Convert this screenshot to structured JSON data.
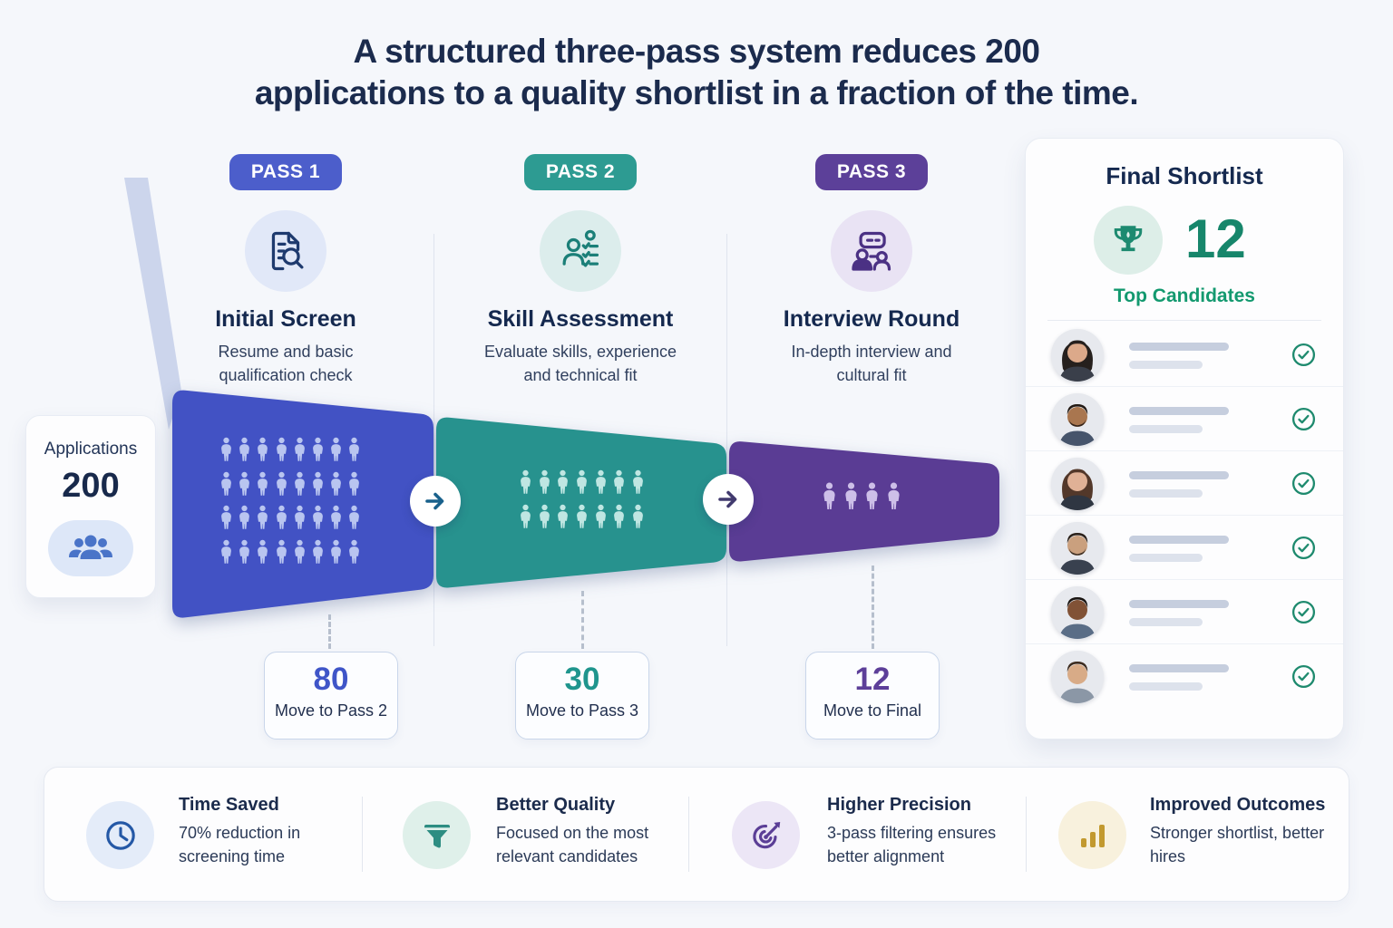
{
  "title": {
    "line1": "A structured three-pass system reduces 200",
    "line2": "applications to a quality shortlist in a fraction of the time."
  },
  "applications_card": {
    "label": "Applications",
    "value": "200",
    "icon": "people-group-icon",
    "icon_color": "#4a74c8",
    "icon_bg": "#dde7f8"
  },
  "passes": [
    {
      "badge": "PASS 1",
      "title": "Initial Screen",
      "description": "Resume and basic qualification check",
      "icon": "document-search-icon",
      "badge_color": "#4c5ecb",
      "icon_bg": "#e1e8f8",
      "icon_color": "#1e3a6e"
    },
    {
      "badge": "PASS 2",
      "title": "Skill Assessment",
      "description": "Evaluate skills, experience and technical fit",
      "icon": "person-checklist-icon",
      "badge_color": "#2d9b92",
      "icon_bg": "#dcedec",
      "icon_color": "#1b7f78"
    },
    {
      "badge": "PASS 3",
      "title": "Interview Round",
      "description": "In-depth interview and cultural fit",
      "icon": "interview-people-icon",
      "badge_color": "#5c4099",
      "icon_bg": "#e9e3f4",
      "icon_color": "#4b3184"
    }
  ],
  "funnel": {
    "segments": [
      {
        "name": "pass-1-segment",
        "color": "#4252c4",
        "people_icons": 32,
        "icon_columns": 8,
        "people_color": "#b9c5f0"
      },
      {
        "name": "pass-2-segment",
        "color": "#27928e",
        "people_icons": 14,
        "icon_columns": 7,
        "people_color": "#bfe6e2"
      },
      {
        "name": "pass-3-segment",
        "color": "#5a3c94",
        "people_icons": 4,
        "icon_columns": 4,
        "people_color": "#cdbfe8"
      }
    ],
    "arrows": [
      {
        "icon": "arrow-right-icon",
        "color": "#19618c"
      },
      {
        "icon": "arrow-right-icon",
        "color": "#413a6e"
      }
    ]
  },
  "stats": [
    {
      "value": "80",
      "label": "Move to Pass 2",
      "color": "#3f55c8"
    },
    {
      "value": "30",
      "label": "Move to Pass 3",
      "color": "#1f958d"
    },
    {
      "value": "12",
      "label": "Move to Final",
      "color": "#5d3f99"
    }
  ],
  "shortlist": {
    "title": "Final Shortlist",
    "count": "12",
    "count_label": "Top Candidates",
    "count_color": "#17866b",
    "trophy_icon": "trophy-icon",
    "trophy_color": "#1d8a70",
    "check_icon": "check-circle-icon",
    "check_color": "#1e8a6e",
    "candidates": [
      {
        "skin": "#dca98a",
        "hair": "#26201d",
        "style": "long",
        "beard": false,
        "shirt": "#3a3f4a"
      },
      {
        "skin": "#a9764f",
        "hair": "#231a14",
        "style": "short",
        "beard": true,
        "shirt": "#46546b"
      },
      {
        "skin": "#e0b196",
        "hair": "#53382a",
        "style": "long",
        "beard": false,
        "shirt": "#2f3642"
      },
      {
        "skin": "#caa07e",
        "hair": "#2b211a",
        "style": "short",
        "beard": true,
        "shirt": "#39414f"
      },
      {
        "skin": "#815236",
        "hair": "#191411",
        "style": "short",
        "beard": false,
        "shirt": "#5a6d86"
      },
      {
        "skin": "#d8ab87",
        "hair": "#3d2c1f",
        "style": "short",
        "beard": false,
        "shirt": "#8b97a6"
      }
    ]
  },
  "benefits": [
    {
      "title": "Time Saved",
      "description": "70% reduction in screening time",
      "icon": "clock-icon",
      "icon_color": "#2458a6",
      "icon_bg": "#e4ecf9"
    },
    {
      "title": "Better Quality",
      "description": "Focused on the most relevant candidates",
      "icon": "funnel-icon",
      "icon_color": "#2d8d82",
      "icon_bg": "#dff0ea"
    },
    {
      "title": "Higher Precision",
      "description": "3-pass filtering ensures better alignment",
      "icon": "target-icon",
      "icon_color": "#5b3e96",
      "icon_bg": "#ece6f6"
    },
    {
      "title": "Improved Outcomes",
      "description": "Stronger shortlist, better hires",
      "icon": "bar-chart-icon",
      "icon_color": "#c2992f",
      "icon_bg": "#f8f1dd"
    }
  ]
}
